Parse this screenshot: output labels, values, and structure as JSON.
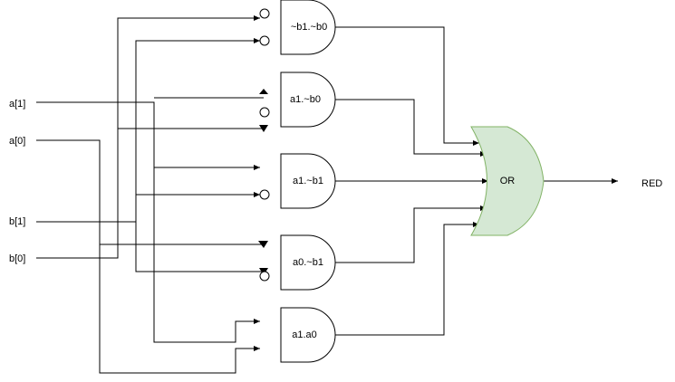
{
  "inputs": {
    "a1": "a[1]",
    "a0": "a[0]",
    "b1": "b[1]",
    "b0": "b[0]"
  },
  "gates": {
    "g1": "~b1.~b0",
    "g2": "a1.~b0",
    "g3": "a1.~b1",
    "g4": "a0.~b1",
    "g5": "a1.a0",
    "or": "OR"
  },
  "output": "RED",
  "colors": {
    "or_fill": "#d5e8d4",
    "or_stroke": "#82b366",
    "line": "#000000"
  }
}
